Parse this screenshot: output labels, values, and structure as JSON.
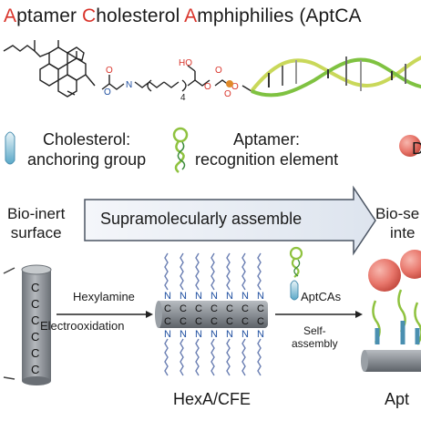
{
  "title": {
    "p1": "A",
    "p2": "ptamer ",
    "p3": "C",
    "p4": "holesterol ",
    "p5": "A",
    "p6": "mphiphilies (AptCA"
  },
  "molecule": {
    "subscript": "4",
    "atoms": [
      "O",
      "N",
      "O",
      "O",
      "HO",
      "O",
      "O",
      "O"
    ]
  },
  "legend": {
    "cholesterol_line1": "Cholesterol:",
    "cholesterol_line2": "anchoring group",
    "aptamer_line1": "Aptamer:",
    "aptamer_line2": "recognition element",
    "third_partial": "D"
  },
  "process": {
    "bio_inert_line1": "Bio-inert",
    "bio_inert_line2": "surface",
    "arrow_label": "Supramolecularly assemble",
    "bio_right_line1": "Bio-se",
    "bio_right_line2": "inte",
    "step1_top": "Hexylamine",
    "step1_bottom": "Electrooxidation",
    "aptcas_label": "AptCAs",
    "step2_line1": "Self-",
    "step2_line2": "assembly",
    "hexa_label": "HexA/CFE",
    "apt_label_partial": "Apt",
    "electrode_letter": "C",
    "amine_letter": "N"
  },
  "colors": {
    "accent_red": "#d9342b",
    "arrow_fill": "#e4eaf3",
    "electrode": "#8c9197",
    "sphere": "#e8766b",
    "helix_green": "#7fc241",
    "helix_yellow": "#c9d85a",
    "mol_blue": "#1f4fa0"
  }
}
